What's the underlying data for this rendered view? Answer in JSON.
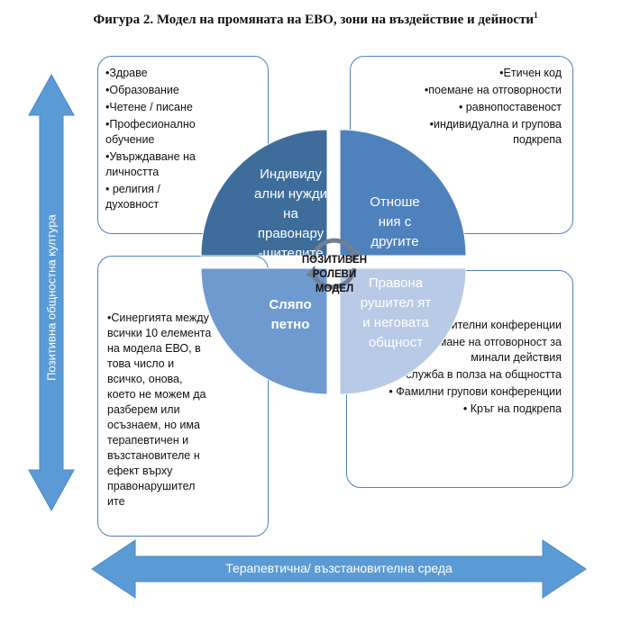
{
  "title": "Фигура 2.  Модел на промяната на ЕВО, зони на въздействие и дейности",
  "title_sup": "1",
  "box_top_left": {
    "items": [
      "•Здраве",
      "•Образование",
      "•Четене / писане",
      "•Професионално обучение",
      "•Увърждаване на личността",
      "• религия / духовност"
    ]
  },
  "box_top_right": {
    "items": [
      "•Етичен код",
      "•поемане на отговорности",
      "• равнопоставеност",
      "•индивидуална и групова подкрепа"
    ]
  },
  "box_bottom_left": {
    "text": "•Синергията между всички 10 елемента на модела ЕВО, в това число и всичко, онова, което не можем да разберем или осъзнаем, но има терапевтичен и възстановителе н ефект върху правонарушител ите"
  },
  "box_bottom_right": {
    "items": [
      "•Възстановителни конференции",
      "• поемане на отговорност за минали действия",
      "• служба в полза на общността",
      "• Фамилни групови конференции",
      "• Кръг на подкрепа"
    ]
  },
  "quadrants": {
    "top_left": "Индивиду ални нужди на правонару -шителите",
    "top_right": "Отноше ния с другите",
    "bottom_left": "Сляпо петно",
    "bottom_right": "Правона рушител ят и неговата общност"
  },
  "center": {
    "line1": "ПОЗИТИВЕН",
    "line2": "РОЛЕВИ",
    "line3": "МОДЕЛ"
  },
  "vertical_arrow_label": "Позитивна общностна култура",
  "horizontal_arrow_label": "Терапевтична/ възстановителна  среда",
  "colors": {
    "arrow": "#5b9bd5",
    "quad_top_left": "#3e6d9c",
    "quad_top_right": "#4f81bd",
    "quad_bottom_left": "#6f9ad0",
    "quad_bottom_right": "#b7cbe6",
    "box_border": "#4f81bd"
  }
}
